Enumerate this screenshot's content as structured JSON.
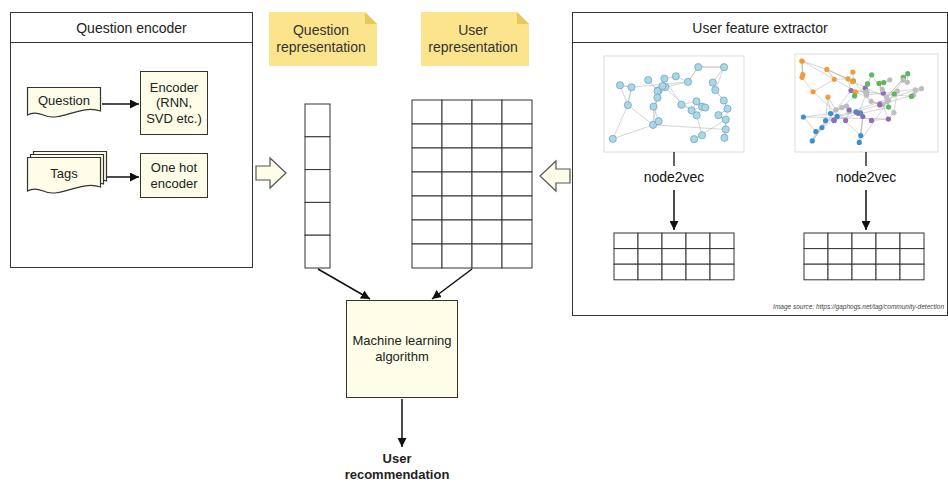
{
  "diagram": {
    "nodes": [
      {
        "text": [
          "Question encoder"
        ]
      },
      {
        "text": [
          "Question"
        ],
        "in": 0
      },
      {
        "text": [
          "Encoder (RNN, SVD etc.)"
        ],
        "in": 0
      },
      {
        "text": [
          "Tags"
        ],
        "in": 0
      },
      {
        "text": [
          "One hot encoder"
        ],
        "in": 0
      },
      {
        "text": [
          "Question representation"
        ]
      },
      {
        "text": [
          "User representation"
        ]
      },
      {
        "text": [
          "User feature extractor"
        ]
      },
      {
        "text": [
          "Machine learning algorithm"
        ]
      },
      {
        "text": [
          "User recommendation"
        ]
      }
    ],
    "edges": [
      {
        "from": 1,
        "to": 2,
        "arrow": "to"
      },
      {
        "from": 3,
        "to": 4,
        "arrow": "to"
      },
      {
        "from": 8,
        "to": 9,
        "arrow": "to"
      }
    ],
    "labels": [
      "node2vec",
      "node2vec",
      "Image source: https://gaphogs.net/tag/community-detection"
    ]
  }
}
